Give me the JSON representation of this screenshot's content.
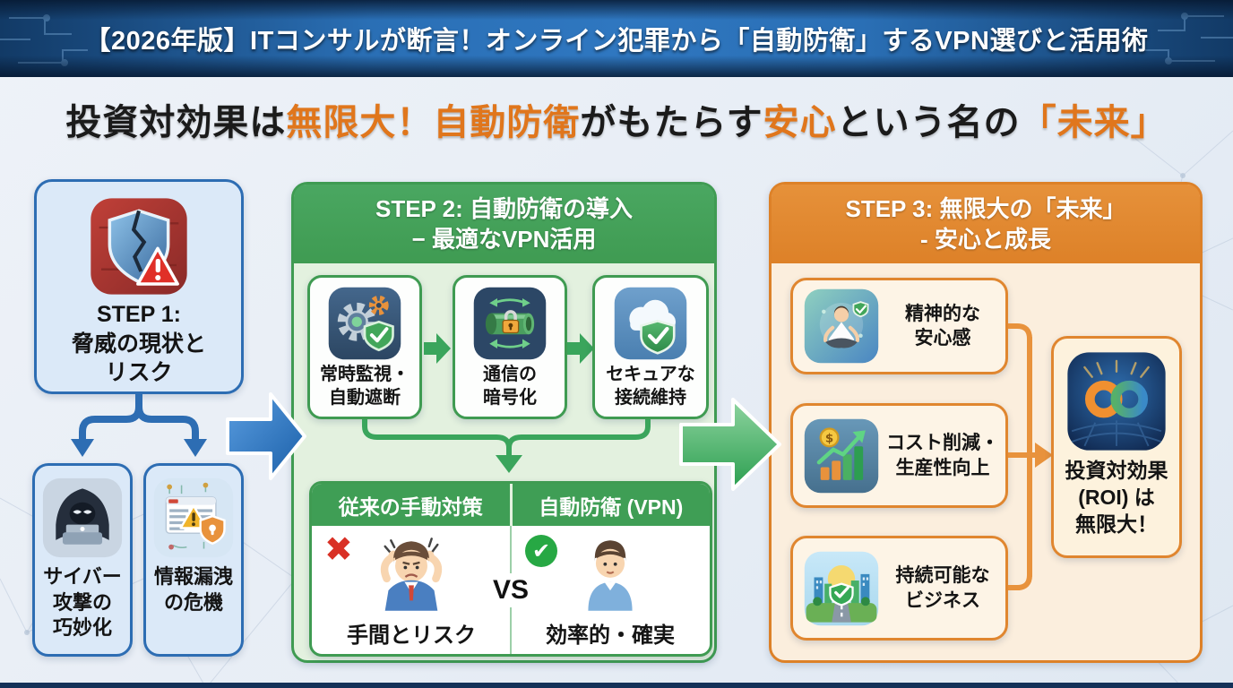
{
  "header": {
    "title": "【2026年版】ITコンサルが断言！オンライン犯罪から「自動防衛」するVPN選びと活用術"
  },
  "main_title": {
    "segments": [
      {
        "text": "投資対効果は",
        "color": "#1b1b1b"
      },
      {
        "text": "無限大！自動防衛",
        "color": "#e0761c"
      },
      {
        "text": "がもたらす",
        "color": "#1b1b1b"
      },
      {
        "text": "安心",
        "color": "#e0761c"
      },
      {
        "text": "という名の",
        "color": "#1b1b1b"
      },
      {
        "text": "「未来」",
        "color": "#e0761c"
      }
    ]
  },
  "step1": {
    "title_lines": [
      "STEP 1:",
      "脅威の現状と",
      "リスク"
    ],
    "icon": "broken-shield-icon",
    "threats": [
      {
        "lines": [
          "サイバー",
          "攻撃の",
          "巧妙化"
        ],
        "icon": "hacker-icon"
      },
      {
        "lines": [
          "情報漏洩",
          "の危機"
        ],
        "icon": "data-leak-icon"
      }
    ]
  },
  "step2": {
    "header_lines": [
      "STEP 2: 自動防衛の導入",
      "− 最適なVPN活用"
    ],
    "features": [
      {
        "lines": [
          "常時監視・",
          "自動遮断"
        ],
        "icon": "auto-block-icon"
      },
      {
        "lines": [
          "通信の",
          "暗号化"
        ],
        "icon": "encryption-tunnel-icon"
      },
      {
        "lines": [
          "セキュアな",
          "接続維持"
        ],
        "icon": "secure-cloud-icon"
      }
    ],
    "comparison": {
      "vs_label": "VS",
      "left": {
        "header": "従来の手動対策",
        "mark": "✖",
        "caption": "手間とリスク",
        "icon": "stressed-person-icon"
      },
      "right": {
        "header": "自動防衛 (VPN)",
        "mark": "✔",
        "caption": "効率的・確実",
        "icon": "calm-person-icon"
      }
    }
  },
  "step3": {
    "header_lines": [
      "STEP 3: 無限大の「未来」",
      "- 安心と成長"
    ],
    "benefits": [
      {
        "lines": [
          "精神的な",
          "安心感"
        ],
        "icon": "peace-of-mind-icon"
      },
      {
        "lines": [
          "コスト削減・",
          "生産性向上"
        ],
        "icon": "cost-productivity-icon"
      },
      {
        "lines": [
          "持続可能な",
          "ビジネス"
        ],
        "icon": "sustainable-city-icon"
      }
    ],
    "roi": {
      "lines": [
        "投資対効果",
        "(ROI) は",
        "無限大！"
      ],
      "icon": "infinity-icon"
    }
  },
  "colors": {
    "header_blue": "#2a6fb5",
    "accent_orange": "#e0761c",
    "step1_blue": "#2d6db3",
    "step2_green": "#3f9b52",
    "step3_orange": "#dd8128",
    "cross_red": "#d93025",
    "check_green": "#27a844"
  }
}
